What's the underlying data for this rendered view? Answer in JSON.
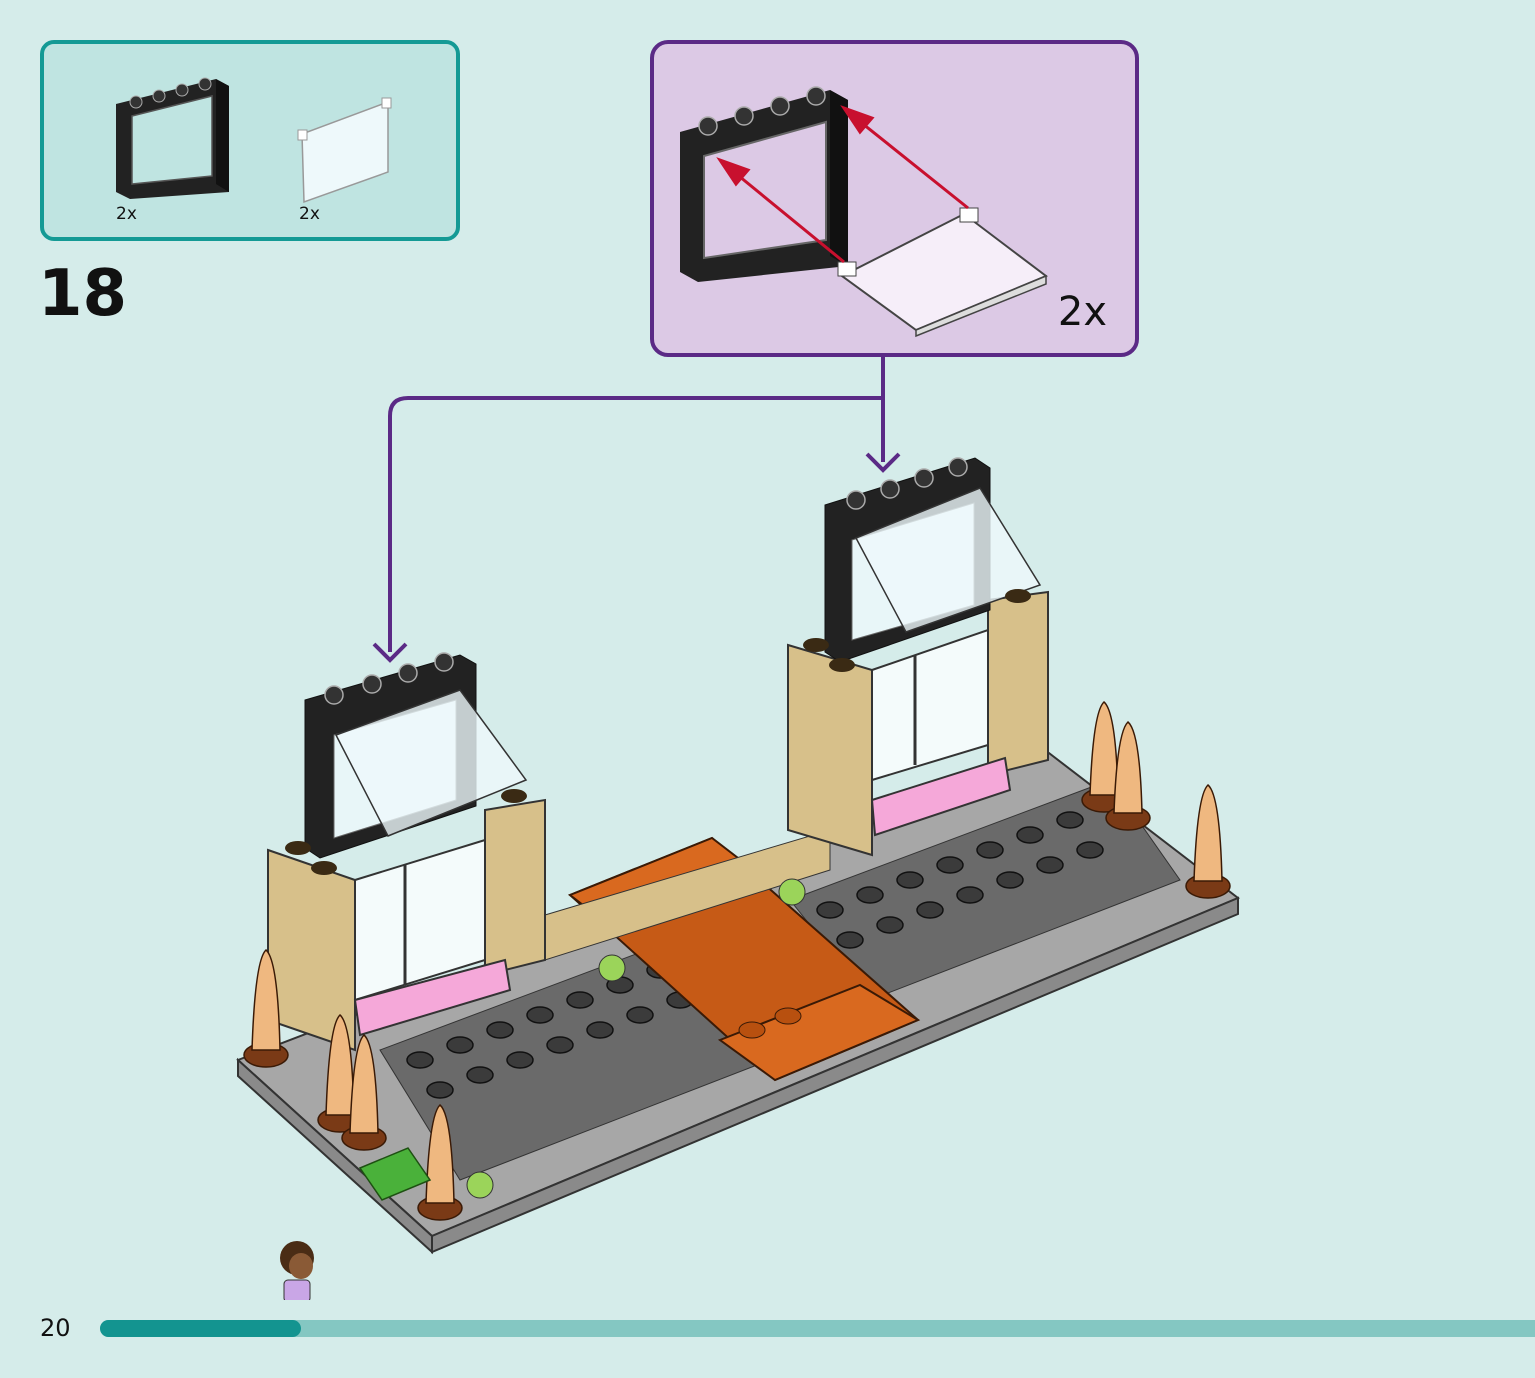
{
  "parts_list": {
    "items": [
      {
        "name": "window-frame-1x4x3",
        "quantity": "2x",
        "color": "#222222"
      },
      {
        "name": "window-glass-pane",
        "quantity": "2x",
        "color": "#eef9fb"
      }
    ]
  },
  "step": {
    "number": "18"
  },
  "sub_assembly": {
    "multiplier": "2x"
  },
  "page": {
    "number": "20",
    "progress": 0.14
  },
  "colors": {
    "background": "#d5ecea",
    "parts_border": "#149a95",
    "sub_border": "#5b2a86",
    "arrow_red": "#c8102e",
    "progress_fill": "#139490",
    "progress_track": "#84c7c2"
  }
}
